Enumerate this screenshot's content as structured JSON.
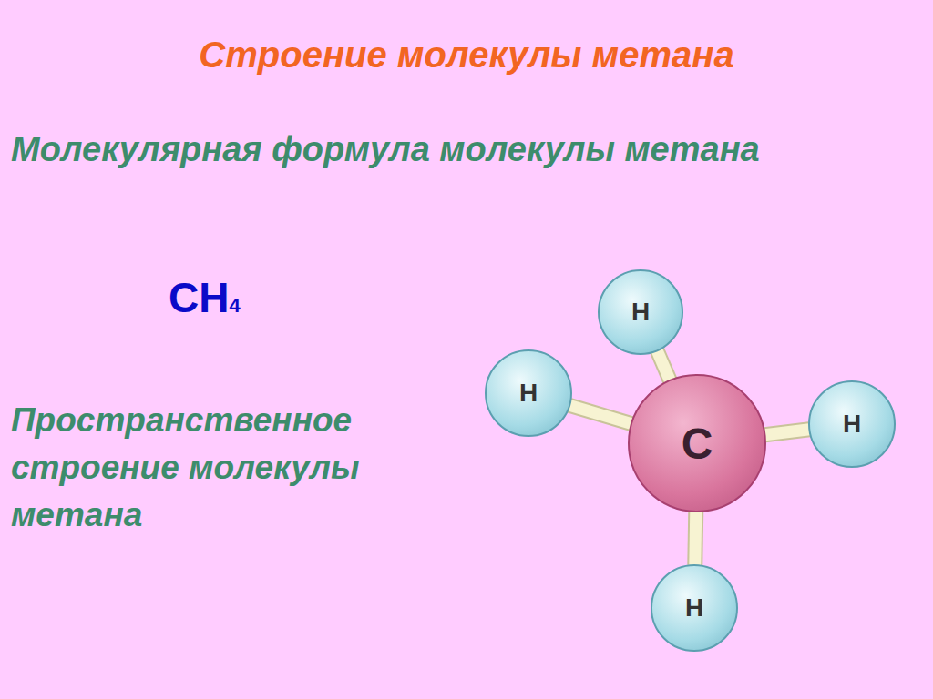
{
  "diagram": {
    "title": "Строение молекулы метана",
    "nodes": [
      {
        "text": [
          "H"
        ]
      },
      {
        "text": [
          "H"
        ]
      },
      {
        "text": [
          "C"
        ]
      },
      {
        "text": [
          "H"
        ]
      },
      {
        "text": [
          "H"
        ]
      }
    ],
    "edges": [
      {
        "from": 2,
        "to": 0,
        "arrow": "none"
      },
      {
        "from": 2,
        "to": 1,
        "arrow": "none"
      },
      {
        "from": 2,
        "to": 3,
        "arrow": "none"
      },
      {
        "from": 2,
        "to": 4,
        "arrow": "none"
      }
    ],
    "labels": [
      "Молекулярная формула молекулы метана",
      "CH4",
      "Пространственное строение молекулы метана"
    ]
  }
}
